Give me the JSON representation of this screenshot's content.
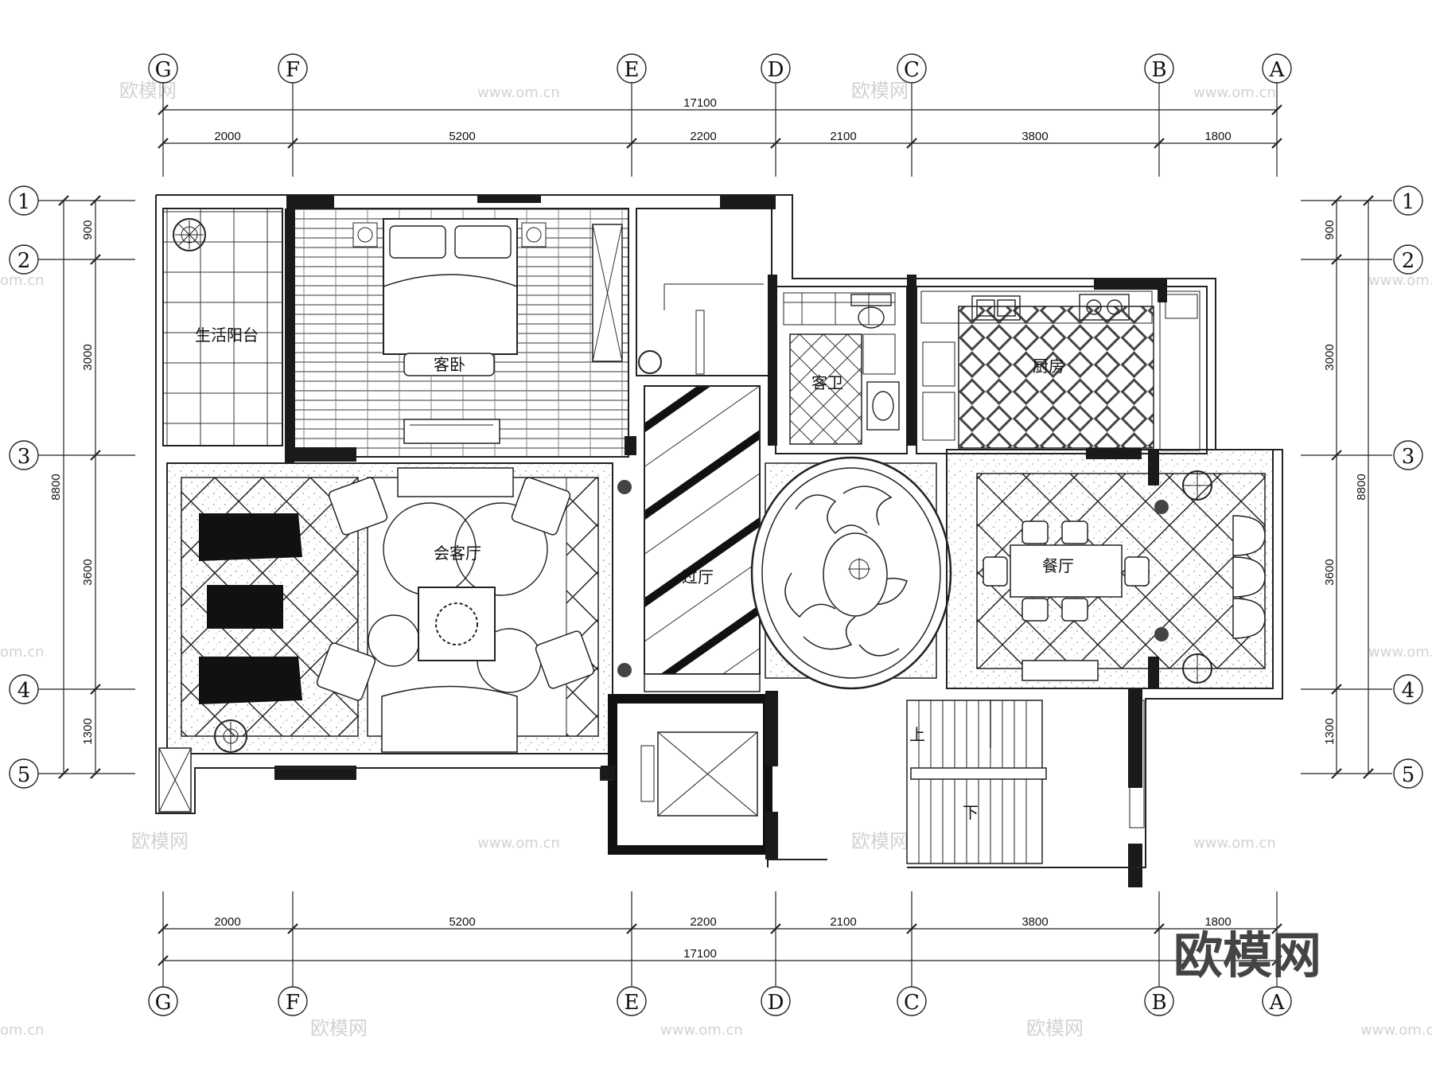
{
  "dimensions": {
    "total": "17100",
    "columns": [
      "2000",
      "5200",
      "2200",
      "2100",
      "3800",
      "1800"
    ],
    "total_vertical": "8800",
    "rows": [
      "900",
      "3000",
      "3600",
      "1300"
    ]
  },
  "axes": {
    "columns": [
      "G",
      "F",
      "E",
      "D",
      "C",
      "B",
      "A"
    ],
    "rows": [
      "1",
      "2",
      "3",
      "4",
      "5"
    ]
  },
  "rooms": {
    "balcony": "生活阳台",
    "guest_bedroom": "客卧",
    "living_room": "会客厅",
    "corridor": "过厅",
    "guest_bath": "客卫",
    "kitchen": "厨房",
    "dining": "餐厅"
  },
  "stairs": {
    "up": "上",
    "down": "下"
  },
  "watermarks": {
    "site": "www.om.cn",
    "brand_small": "欧模网",
    "domain_short": "om.cn"
  },
  "brand": "欧模网",
  "colors": {
    "wall": "#1a1a1a",
    "line": "#222222",
    "watermark": "#d2d2d2"
  }
}
